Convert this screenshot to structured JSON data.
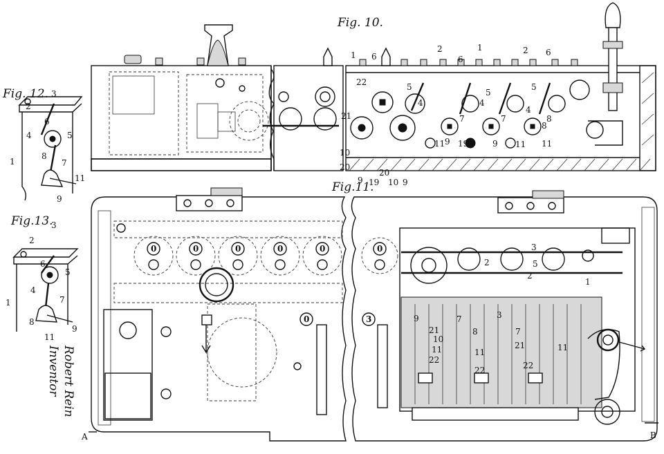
{
  "figures": {
    "fig10": {
      "label": "Fig. 10."
    },
    "fig11": {
      "label": "Fig.11."
    },
    "fig12": {
      "label": "Fig. 12."
    },
    "fig13": {
      "label": "Fig.13."
    }
  },
  "inventor": {
    "title": "Inventor",
    "name": "Robert Rein"
  },
  "section_marks": {
    "a": "A",
    "b": "B"
  },
  "reference_numerals": {
    "fig10_top": [
      "1",
      "6",
      "2",
      "1",
      "2",
      "6",
      "22",
      "5",
      "6",
      "5",
      "5",
      "4",
      "4",
      "4",
      "21",
      "7",
      "7",
      "8",
      "9",
      "9",
      "11",
      "11",
      "10",
      "20",
      "9",
      "19",
      "20",
      "10",
      "9",
      "19",
      "11",
      "8"
    ],
    "fig12": [
      "3",
      "2",
      "6",
      "4",
      "5",
      "1",
      "8",
      "7",
      "11",
      "9"
    ],
    "fig13": [
      "3",
      "2",
      "6",
      "5",
      "4",
      "7",
      "1",
      "8",
      "11",
      "9"
    ],
    "fig11": [
      "3",
      "5",
      "2",
      "2",
      "1",
      "7",
      "9",
      "10",
      "21",
      "11",
      "22",
      "8",
      "11",
      "7",
      "21",
      "11",
      "22",
      "22",
      "3"
    ],
    "dials": [
      "0",
      "0",
      "0",
      "0",
      "0",
      "0",
      "0",
      "3"
    ]
  },
  "colors": {
    "ink": "#111111",
    "paper": "#ffffff"
  }
}
